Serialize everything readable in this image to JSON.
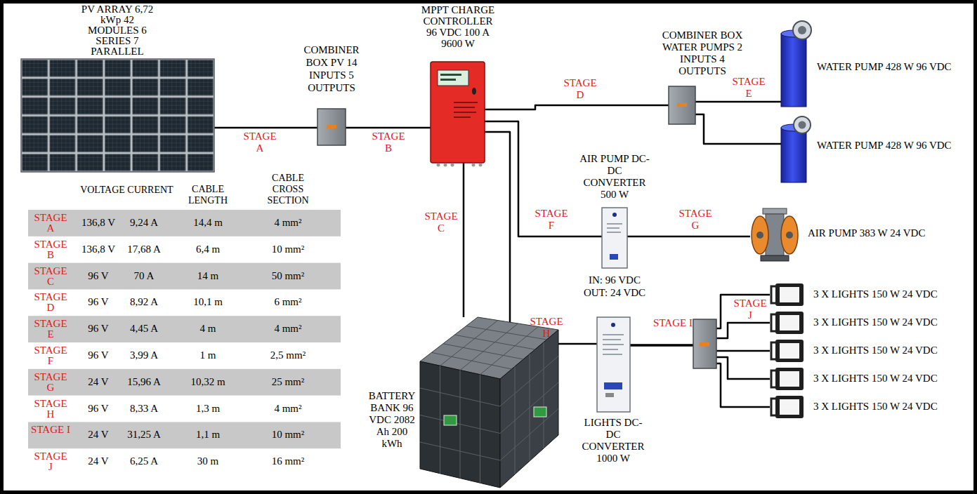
{
  "diagram": {
    "nodes": [
      {
        "text": [
          "PV ARRAY 6,72 kWp 42 MODULES 6 SERIES 7 PARALLEL"
        ]
      },
      {
        "text": [
          "COMBINER BOX PV 14 INPUTS 5 OUTPUTS"
        ]
      },
      {
        "text": [
          "MPPT CHARGE CONTROLLER 96 VDC 100 A 9600 W"
        ]
      },
      {
        "text": [
          "COMBINER BOX WATER PUMPS 2 INPUTS 4 OUTPUTS"
        ]
      },
      {
        "text": [
          "WATER PUMP 428 W 96 VDC"
        ]
      },
      {
        "text": [
          "WATER PUMP 428 W 96 VDC"
        ]
      },
      {
        "text": [
          "AIR PUMP DC-DC CONVERTER 500 W",
          "IN: 96 VDC OUT: 24 VDC"
        ]
      },
      {
        "text": [
          "AIR PUMP 383 W 24 VDC"
        ]
      },
      {
        "text": [
          "BATTERY BANK 96 VDC 2082 Ah 200 kWh"
        ]
      },
      {
        "text": [
          "LIGHTS DC-DC CONVERTER 1000 W"
        ]
      },
      {
        "text": [
          "3 X LIGHTS 150 W 24 VDC"
        ]
      },
      {
        "text": [
          "3 X LIGHTS 150 W 24 VDC"
        ]
      },
      {
        "text": [
          "3 X LIGHTS 150 W 24 VDC"
        ]
      },
      {
        "text": [
          "3 X LIGHTS 150 W 24 VDC"
        ]
      },
      {
        "text": [
          "3 X LIGHTS 150 W 24 VDC"
        ]
      }
    ],
    "edges": [
      {
        "from": 0,
        "to": 1,
        "arrow": "none",
        "label": "STAGE A"
      },
      {
        "from": 1,
        "to": 2,
        "arrow": "none",
        "label": "STAGE B"
      },
      {
        "from": 2,
        "to": 8,
        "arrow": "none",
        "label": "STAGE C"
      },
      {
        "from": 2,
        "to": 3,
        "arrow": "none",
        "label": "STAGE D"
      },
      {
        "from": 3,
        "to": 4,
        "arrow": "none",
        "label": "STAGE E"
      },
      {
        "from": 3,
        "to": 5,
        "arrow": "none"
      },
      {
        "from": 2,
        "to": 6,
        "arrow": "none",
        "label": "STAGE F"
      },
      {
        "from": 6,
        "to": 7,
        "arrow": "none",
        "label": "STAGE G"
      },
      {
        "from": 2,
        "to": 9,
        "arrow": "none",
        "label": "STAGE H"
      },
      {
        "from": 9,
        "to": 10,
        "arrow": "none"
      },
      {
        "from": 9,
        "to": 11,
        "arrow": "none"
      },
      {
        "from": 9,
        "to": 12,
        "arrow": "none"
      },
      {
        "from": 9,
        "to": 13,
        "arrow": "none"
      },
      {
        "from": 9,
        "to": 14,
        "arrow": "none"
      }
    ],
    "labels": [
      "STAGE I",
      "STAGE J",
      "VOLTAGE",
      "CURRENT",
      "CABLE LENGTH",
      "CABLE CROSS SECTION",
      "STAGE A",
      "136,8 V",
      "9,24 A",
      "14,4 m",
      "4 mm²",
      "STAGE B",
      "136,8 V",
      "17,68 A",
      "6,4 m",
      "10 mm²",
      "STAGE C",
      "96 V",
      "70 A",
      "14 m",
      "50 mm²",
      "STAGE D",
      "96 V",
      "8,92 A",
      "10,1 m",
      "6 mm²",
      "STAGE E",
      "96 V",
      "4,45 A",
      "4 m",
      "4 mm²",
      "STAGE F",
      "96 V",
      "3,99 A",
      "1 m",
      "2,5 mm²",
      "STAGE G",
      "24 V",
      "15,96 A",
      "10,32 m",
      "25 mm²",
      "STAGE H",
      "96 V",
      "8,33 A",
      "1,3 m",
      "4 mm²",
      "STAGE I",
      "24 V",
      "31,25 A",
      "1,1 m",
      "10 mm²",
      "STAGE J",
      "24 V",
      "6,25 A",
      "30 m",
      "16 mm²"
    ]
  }
}
